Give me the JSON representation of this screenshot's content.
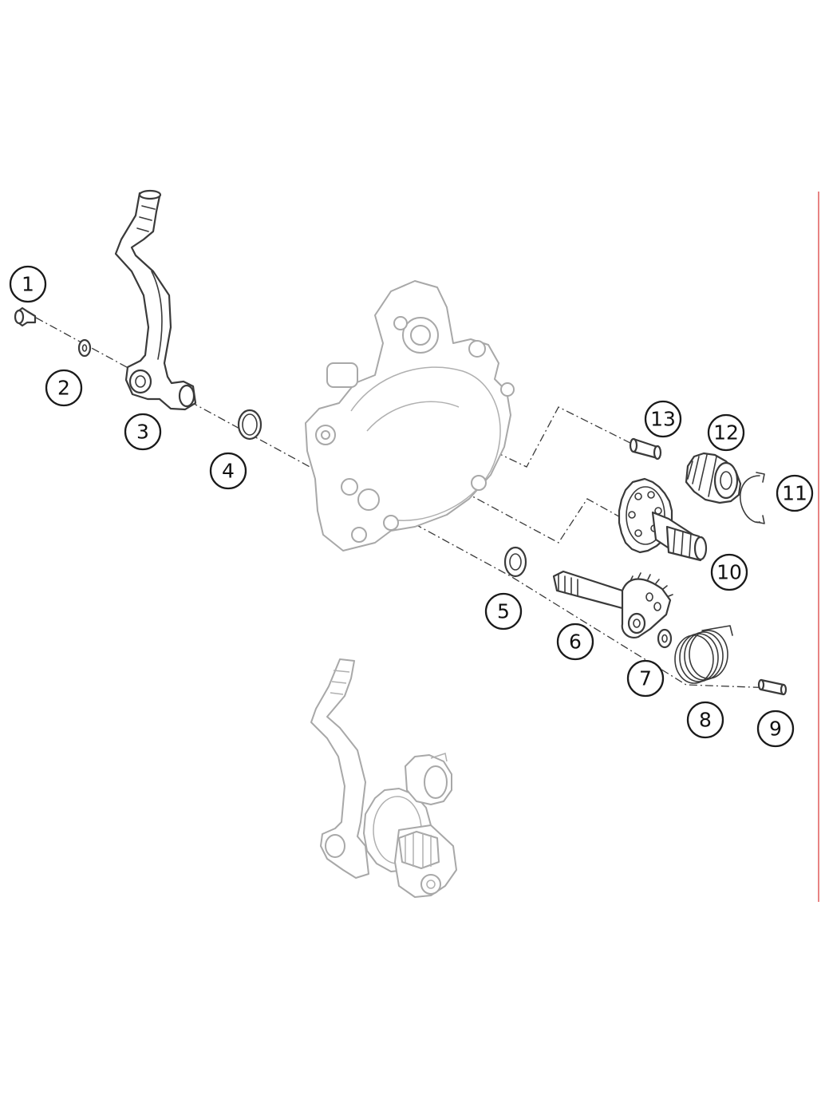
{
  "diagram": {
    "callouts": [
      {
        "label": "1"
      },
      {
        "label": "2"
      },
      {
        "label": "3"
      },
      {
        "label": "4"
      },
      {
        "label": "5"
      },
      {
        "label": "6"
      },
      {
        "label": "7"
      },
      {
        "label": "8"
      },
      {
        "label": "9"
      },
      {
        "label": "10"
      },
      {
        "label": "11"
      },
      {
        "label": "12"
      },
      {
        "label": "13"
      }
    ]
  }
}
